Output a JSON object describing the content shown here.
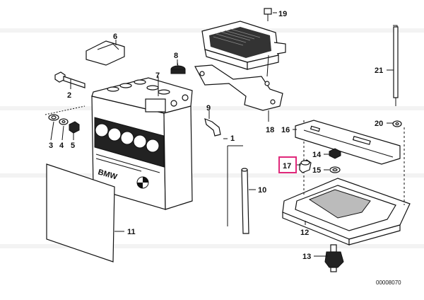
{
  "diagram": {
    "highlight_color": "#e0287a",
    "part_numbers": {
      "p1": "1",
      "p2": "2",
      "p3": "3",
      "p4": "4",
      "p5": "5",
      "p6": "6",
      "p7": "7",
      "p8": "8",
      "p9": "9",
      "p10": "10",
      "p11": "11",
      "p12": "12",
      "p13": "13",
      "p14": "14",
      "p15": "15",
      "p16": "16",
      "p17": "17",
      "p18": "18",
      "p19": "19",
      "p20": "20",
      "p21": "21"
    },
    "battery_brand": "BMW",
    "reference_number": "00008070"
  }
}
